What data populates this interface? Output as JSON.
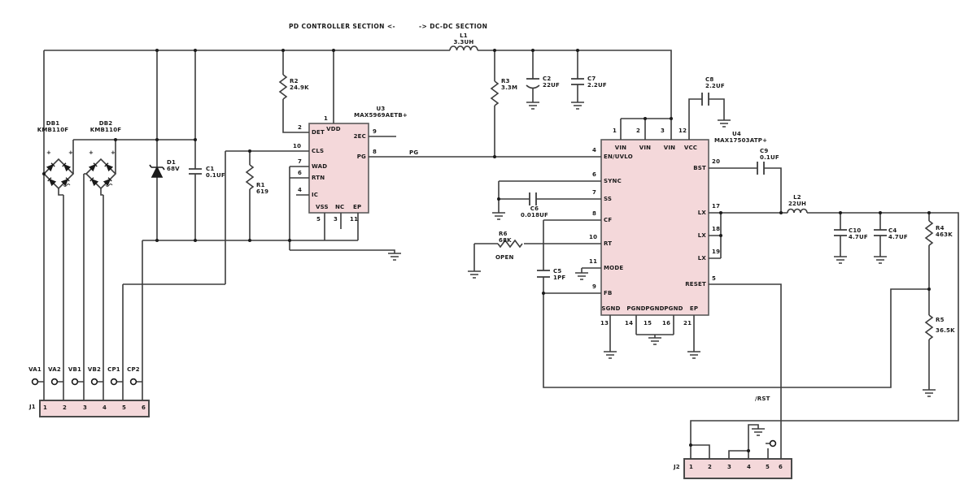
{
  "titles": {
    "pd_section": "PD CONTROLLER SECTION <-",
    "dcdc_section": "-> DC-DC SECTION"
  },
  "nets": {
    "pg": "PG",
    "rst": "/RST"
  },
  "marks": {
    "plus": "+"
  },
  "components": {
    "L1": {
      "ref": "L1",
      "value": "3.3UH"
    },
    "L2": {
      "ref": "L2",
      "value": "22UH"
    },
    "R1": {
      "ref": "R1",
      "value": "619"
    },
    "R2": {
      "ref": "R2",
      "value": "24.9K"
    },
    "R3": {
      "ref": "R3",
      "value": "3.3M"
    },
    "R4": {
      "ref": "R4",
      "value": "463K"
    },
    "R5": {
      "ref": "R5",
      "value": "36.5K"
    },
    "R6": {
      "ref": "R6",
      "value": "68K",
      "note": "OPEN"
    },
    "C1": {
      "ref": "C1",
      "value": "0.1UF"
    },
    "C2": {
      "ref": "C2",
      "value": "22UF"
    },
    "C4": {
      "ref": "C4",
      "value": "4.7UF"
    },
    "C5": {
      "ref": "C5",
      "value": "1PF"
    },
    "C6": {
      "ref": "C6",
      "value": "0.018UF"
    },
    "C7": {
      "ref": "C7",
      "value": "2.2UF"
    },
    "C8": {
      "ref": "C8",
      "value": "2.2UF"
    },
    "C9": {
      "ref": "C9",
      "value": "0.1UF"
    },
    "C10": {
      "ref": "C10",
      "value": "4.7UF"
    },
    "D1": {
      "ref": "D1",
      "value": "68V"
    },
    "DB1": {
      "ref": "DB1",
      "value": "KMB110F"
    },
    "DB2": {
      "ref": "DB2",
      "value": "KMB110F"
    }
  },
  "u3": {
    "ref": "U3",
    "part": "MAX5969AETB+",
    "pins": {
      "vdd": {
        "num": "1",
        "label": "VDD"
      },
      "det": {
        "num": "2",
        "label": "DET"
      },
      "cls": {
        "num": "10",
        "label": "CLS"
      },
      "wad": {
        "num": "7",
        "label": "WAD"
      },
      "rtn": {
        "num": "6",
        "label": "RTN"
      },
      "ic": {
        "num": "4",
        "label": "IC"
      },
      "t2p": {
        "num": "9",
        "label": "2EC"
      },
      "pg": {
        "num": "8",
        "label": "PG"
      },
      "vss": {
        "num": "5",
        "label": "VSS"
      },
      "nc": {
        "num": "3",
        "label": "NC"
      },
      "ep": {
        "num": "11",
        "label": "EP"
      }
    }
  },
  "u4": {
    "ref": "U4",
    "part": "MAX17503ATP+",
    "pins": {
      "vin1": {
        "num": "1",
        "label": "VIN"
      },
      "vin2": {
        "num": "2",
        "label": "VIN"
      },
      "vin3": {
        "num": "3",
        "label": "VIN"
      },
      "vcc": {
        "num": "12",
        "label": "VCC"
      },
      "en": {
        "num": "4",
        "label": "EN/UVLO"
      },
      "sync": {
        "num": "6",
        "label": "SYNC"
      },
      "ss": {
        "num": "7",
        "label": "SS"
      },
      "cf": {
        "num": "8",
        "label": "CF"
      },
      "rt": {
        "num": "10",
        "label": "RT"
      },
      "mode": {
        "num": "11",
        "label": "MODE"
      },
      "fb": {
        "num": "9",
        "label": "FB"
      },
      "bst": {
        "num": "20",
        "label": "BST"
      },
      "lx1": {
        "num": "17",
        "label": "LX"
      },
      "lx2": {
        "num": "18",
        "label": "LX"
      },
      "lx3": {
        "num": "19",
        "label": "LX"
      },
      "reset": {
        "num": "5",
        "label": "RESET"
      },
      "sgnd": {
        "num": "13",
        "label": "SGND"
      },
      "pgnd1": {
        "num": "14",
        "label": "PGND"
      },
      "pgnd2": {
        "num": "15",
        "label": "PGND"
      },
      "pgnd3": {
        "num": "16",
        "label": "PGND"
      },
      "ep": {
        "num": "21",
        "label": "EP"
      }
    }
  },
  "j1": {
    "ref": "J1",
    "pins": [
      "1",
      "2",
      "3",
      "4",
      "5",
      "6"
    ],
    "testpoints": [
      "VA1",
      "VA2",
      "VB1",
      "VB2",
      "CP1",
      "CP2"
    ]
  },
  "j2": {
    "ref": "J2",
    "pins": [
      "1",
      "2",
      "3",
      "4",
      "5",
      "6"
    ]
  },
  "colors": {
    "ic_fill": "#f4d8da",
    "wire": "#3d3d3d"
  }
}
